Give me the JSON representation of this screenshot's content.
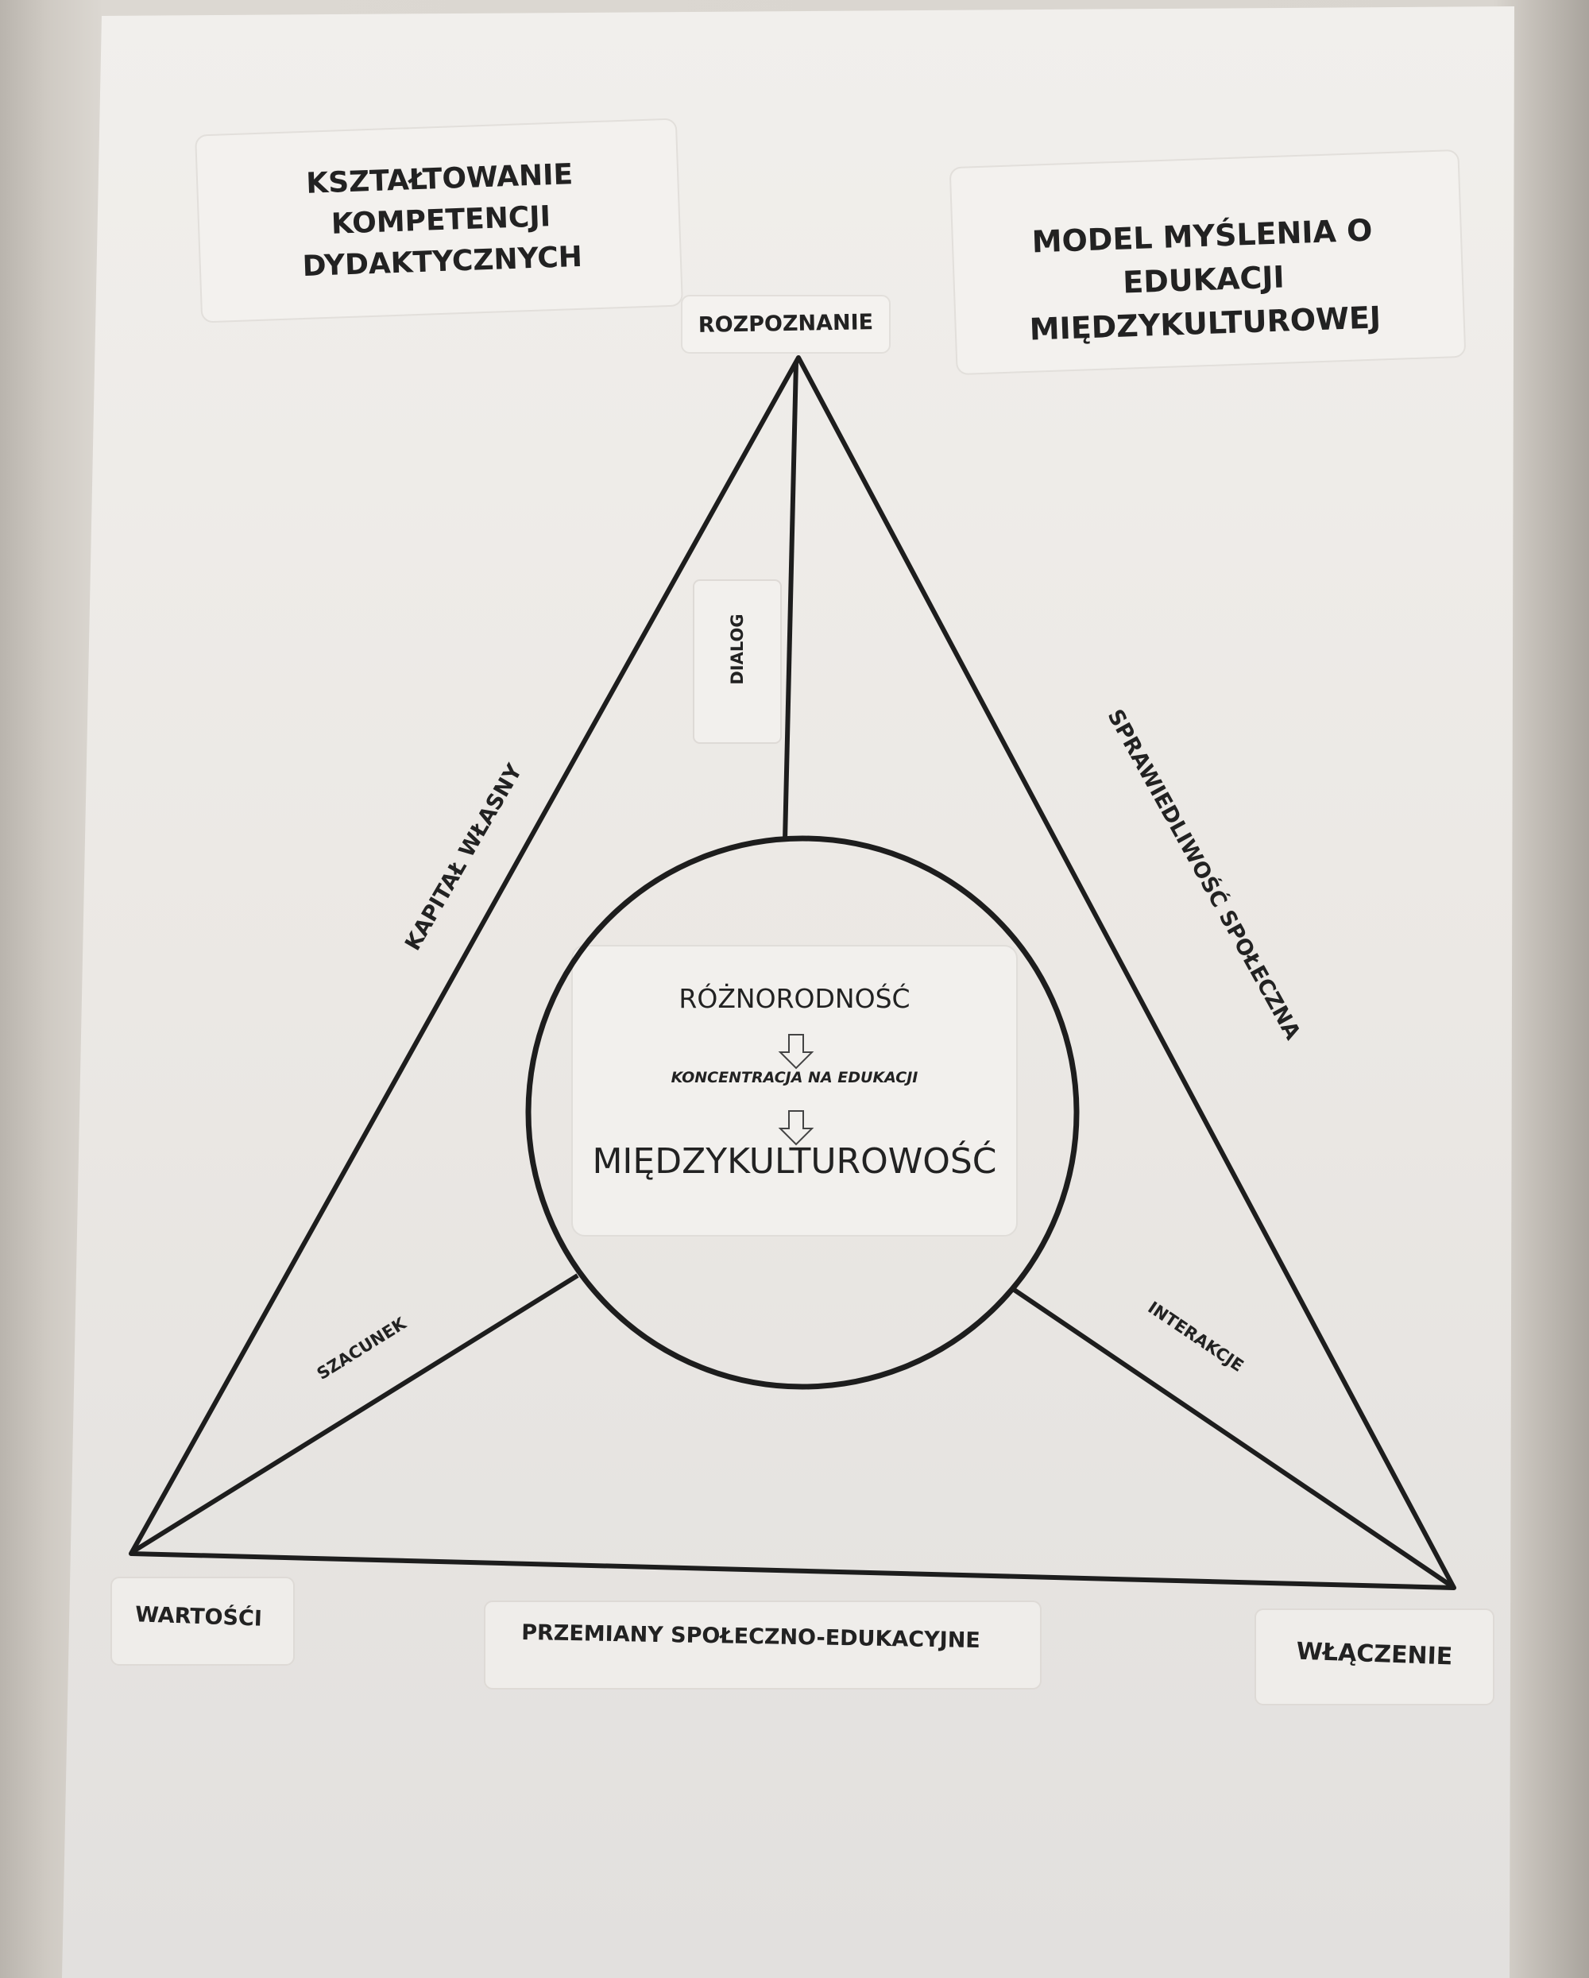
{
  "titles": {
    "left": [
      "KSZTAŁTOWANIE KOMPETENCJI",
      "DYDAKTYCZNYCH"
    ],
    "right": [
      "MODEL MYŚLENIA O EDUKACJI",
      "MIĘDZYKULTUROWEJ"
    ]
  },
  "vertices": {
    "top": "ROZPOZNANIE",
    "left": "WARTOŚĆI",
    "right": "WŁĄCZENIE"
  },
  "edges": {
    "left": "KAPITAŁ WŁASNY",
    "right": "SPRAWIEDLIWOŚĆ SPOŁECZNA",
    "bottom": "PRZEMIANY SPOŁECZNO-EDUKACYJNE"
  },
  "spokes": {
    "top": "DIALOG",
    "left": "SZACUNEK",
    "right": "INTERAKCJE"
  },
  "circle": {
    "top": "RÓŻNORODNOŚĆ",
    "middle": "KONCENTRACJA NA EDUKACJI",
    "bottom": "MIĘDZYKULTUROWOŚĆ"
  }
}
